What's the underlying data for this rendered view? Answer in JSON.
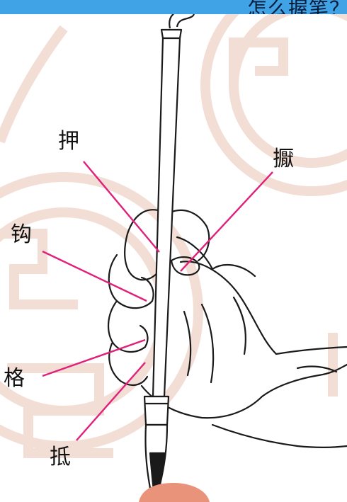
{
  "header": {
    "title": "怎么握笔？"
  },
  "diagram": {
    "labels": {
      "ya": "押",
      "e": "擫",
      "gou": "钩",
      "ge": "格",
      "di": "抵"
    }
  },
  "colors": {
    "header_bg": "#3fa3e6",
    "pattern": "#f3ded6",
    "leader_line": "#e0207a",
    "ink": "#1a1a1a",
    "thumb_fill": "#e9937a"
  }
}
